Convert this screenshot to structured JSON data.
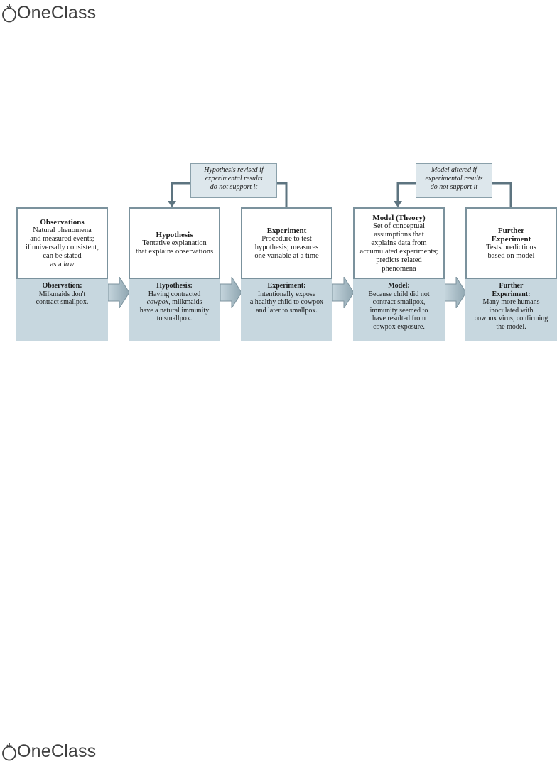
{
  "logo": {
    "text": "OneClass"
  },
  "diagram": {
    "steps": [
      {
        "title": "Observations",
        "lines": [
          "Natural phenomena",
          "and measured events;",
          "if universally consistent,",
          "can be stated"
        ],
        "last_prefix": "as a ",
        "last_emph": "law",
        "example_title": "Observation:",
        "example_lines": [
          "Milkmaids don't",
          "contract smallpox."
        ]
      },
      {
        "title": "Hypothesis",
        "lines": [
          "Tentative explanation",
          "that explains observations"
        ],
        "example_title": "Hypothesis:",
        "example_line1": "Having contracted",
        "example_emph": "cowpox",
        "example_after_emph": ", milkmaids",
        "example_lines": [
          "have a natural immunity",
          "to smallpox."
        ]
      },
      {
        "title": "Experiment",
        "lines": [
          "Procedure to test",
          "hypothesis; measures",
          "one variable at a time"
        ],
        "example_title": "Experiment:",
        "example_lines": [
          "Intentionally expose",
          "a healthy child to cowpox",
          "and later to smallpox."
        ]
      },
      {
        "title": "Model (Theory)",
        "lines": [
          "Set of conceptual",
          "assumptions that",
          "explains data from",
          "accumulated experiments;",
          "predicts related",
          "phenomena"
        ],
        "example_title": "Model:",
        "example_lines": [
          "Because child did not",
          "contract smallpox,",
          "immunity seemed to",
          "have resulted from",
          "cowpox exposure."
        ]
      },
      {
        "title": "Further",
        "title2": "Experiment",
        "lines": [
          "Tests predictions",
          "based on model"
        ],
        "example_title": "Further",
        "example_title2": "Experiment:",
        "example_lines": [
          "Many more humans",
          "inoculated with",
          "cowpox virus, confirming",
          "the model."
        ]
      }
    ],
    "feedback_notes": [
      {
        "lines": [
          "Hypothesis revised if",
          "experimental results",
          "do not support it"
        ]
      },
      {
        "lines": [
          "Model altered if",
          "experimental results",
          "do not support it"
        ]
      }
    ]
  },
  "colors": {
    "box_border": "#7b929d",
    "example_bg": "#c7d7df",
    "note_bg": "#dde7ec",
    "arrow": "#5d7480"
  }
}
